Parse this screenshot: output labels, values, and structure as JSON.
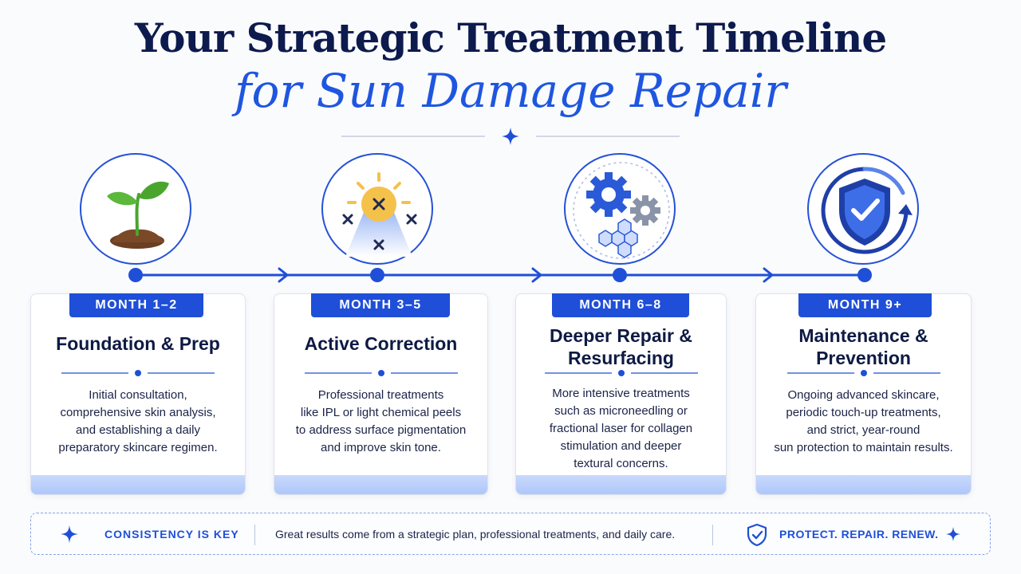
{
  "header": {
    "title_line1": "Your Strategic Treatment Timeline",
    "title_line2": "for Sun Damage Repair"
  },
  "colors": {
    "primary": "#1f4fd8",
    "accent": "#1f56e0",
    "navy": "#0d1a4d",
    "card_band": "#bcd0fb"
  },
  "stages": [
    {
      "badge": "MONTH 1–2",
      "icon": "sprout-icon",
      "title_lines": [
        "Foundation & Prep"
      ],
      "description_lines": [
        "Initial consultation,",
        "comprehensive skin analysis,",
        "and establishing a daily",
        "preparatory skincare regimen."
      ]
    },
    {
      "badge": "MONTH 3–5",
      "icon": "sun-correction-icon",
      "title_lines": [
        "Active Correction"
      ],
      "description_lines": [
        "Professional treatments",
        "like IPL or light chemical peels",
        "to address surface pigmentation",
        "and improve skin tone."
      ]
    },
    {
      "badge": "MONTH 6–8",
      "icon": "gears-cells-icon",
      "title_lines": [
        "Deeper Repair &",
        "Resurfacing"
      ],
      "description_lines": [
        "More intensive treatments",
        "such as microneedling or",
        "fractional laser for collagen",
        "stimulation and deeper",
        "textural concerns."
      ]
    },
    {
      "badge": "MONTH 9+",
      "icon": "shield-check-icon",
      "title_lines": [
        "Maintenance &",
        "Prevention"
      ],
      "description_lines": [
        "Ongoing advanced skincare,",
        "periodic touch-up treatments,",
        "and strict, year-round",
        "sun protection to maintain results."
      ]
    }
  ],
  "footer": {
    "key_label": "CONSISTENCY IS KEY",
    "message": "Great results come from a strategic plan, professional treatments, and daily care.",
    "tagline": "PROTECT. REPAIR. RENEW."
  }
}
